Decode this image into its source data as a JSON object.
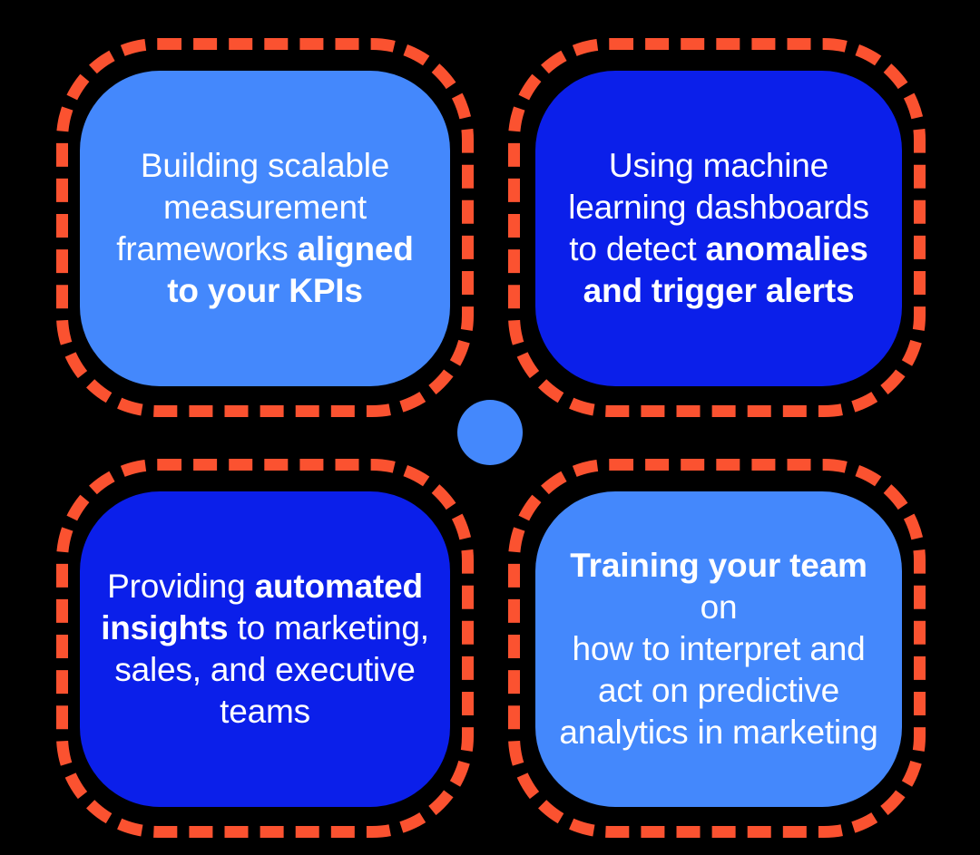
{
  "theme": {
    "background": "#000000",
    "card_light": "#4488FC",
    "card_dark": "#0B1FEA",
    "dash_border": "#FB5230",
    "text": "#FFFFFF",
    "center_dot": "#4488FC"
  },
  "center": {
    "label": ""
  },
  "cards": [
    {
      "id": "top-left",
      "variant": "light",
      "text_plain": "Building scalable measurement frameworks aligned to your KPIs",
      "text_html": "Building scalable<br>measurement<br>frameworks <b>aligned</b><br><b>to your KPIs</b>",
      "emphasis": [
        "aligned to your KPIs"
      ]
    },
    {
      "id": "top-right",
      "variant": "dark",
      "text_plain": "Using machine learning dashboards to detect anomalies and trigger alerts",
      "text_html": "Using machine<br>learning dashboards<br>to detect <b>anomalies</b><br><b>and trigger alerts</b>",
      "emphasis": [
        "anomalies and trigger alerts"
      ]
    },
    {
      "id": "bottom-left",
      "variant": "dark",
      "text_plain": "Providing automated insights to marketing, sales, and executive teams",
      "text_html": "Providing <b>automated</b><br><b>insights</b> to marketing,<br>sales, and executive<br>teams",
      "emphasis": [
        "automated insights"
      ]
    },
    {
      "id": "bottom-right",
      "variant": "light",
      "text_plain": "Training your team on how to interpret and act on predictive analytics in marketing",
      "text_html": "<b>Training your team</b> on<br>how to interpret and<br>act on predictive<br>analytics in marketing",
      "emphasis": [
        "Training your team"
      ]
    }
  ]
}
